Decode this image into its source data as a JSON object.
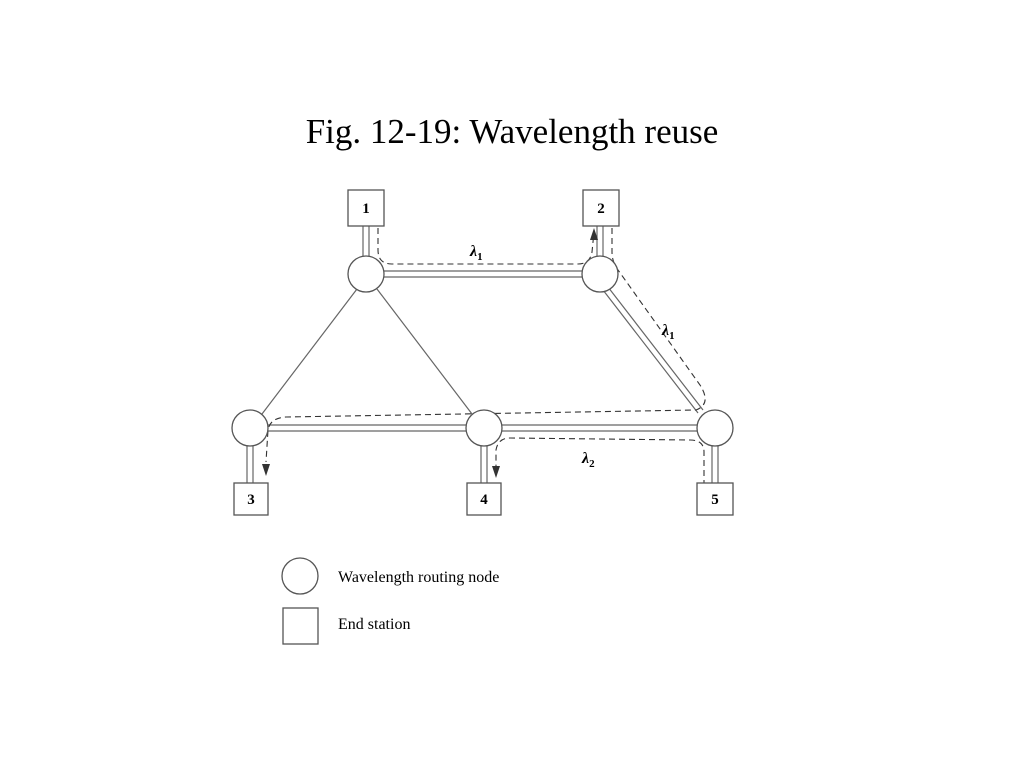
{
  "title": "Fig. 12-19: Wavelength reuse",
  "stations": {
    "s1": "1",
    "s2": "2",
    "s3": "3",
    "s4": "4",
    "s5": "5"
  },
  "wavelength_labels": {
    "top": "λ1",
    "right": "λ1",
    "bottom": "λ2"
  },
  "legend": {
    "node_label": "Wavelength routing node",
    "station_label": "End station"
  },
  "colors": {
    "line": "#555555",
    "path": "#333333",
    "text": "#000000"
  }
}
